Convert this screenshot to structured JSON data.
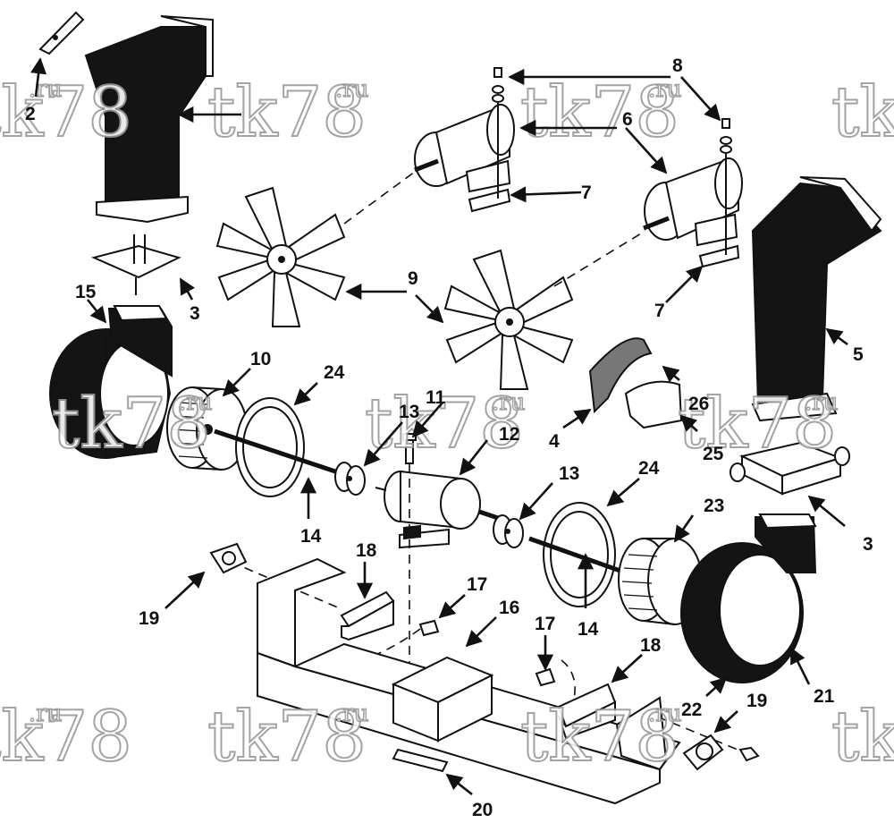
{
  "watermark": {
    "text": "tk78",
    "suffix": ".ru"
  },
  "callouts": {
    "c2": "2",
    "c3a": "3",
    "c3b": "3",
    "c4": "4",
    "c5": "5",
    "c6": "6",
    "c7a": "7",
    "c7b": "7",
    "c8": "8",
    "c9": "9",
    "c10": "10",
    "c11": "11",
    "c12": "12",
    "c13a": "13",
    "c13b": "13",
    "c14a": "14",
    "c14b": "14",
    "c15": "15",
    "c16": "16",
    "c17a": "17",
    "c17b": "17",
    "c18a": "18",
    "c18b": "18",
    "c19a": "19",
    "c19b": "19",
    "c20": "20",
    "c21": "21",
    "c22": "22",
    "c23": "23",
    "c24a": "24",
    "c24b": "24",
    "c25": "25",
    "c26": "26"
  }
}
